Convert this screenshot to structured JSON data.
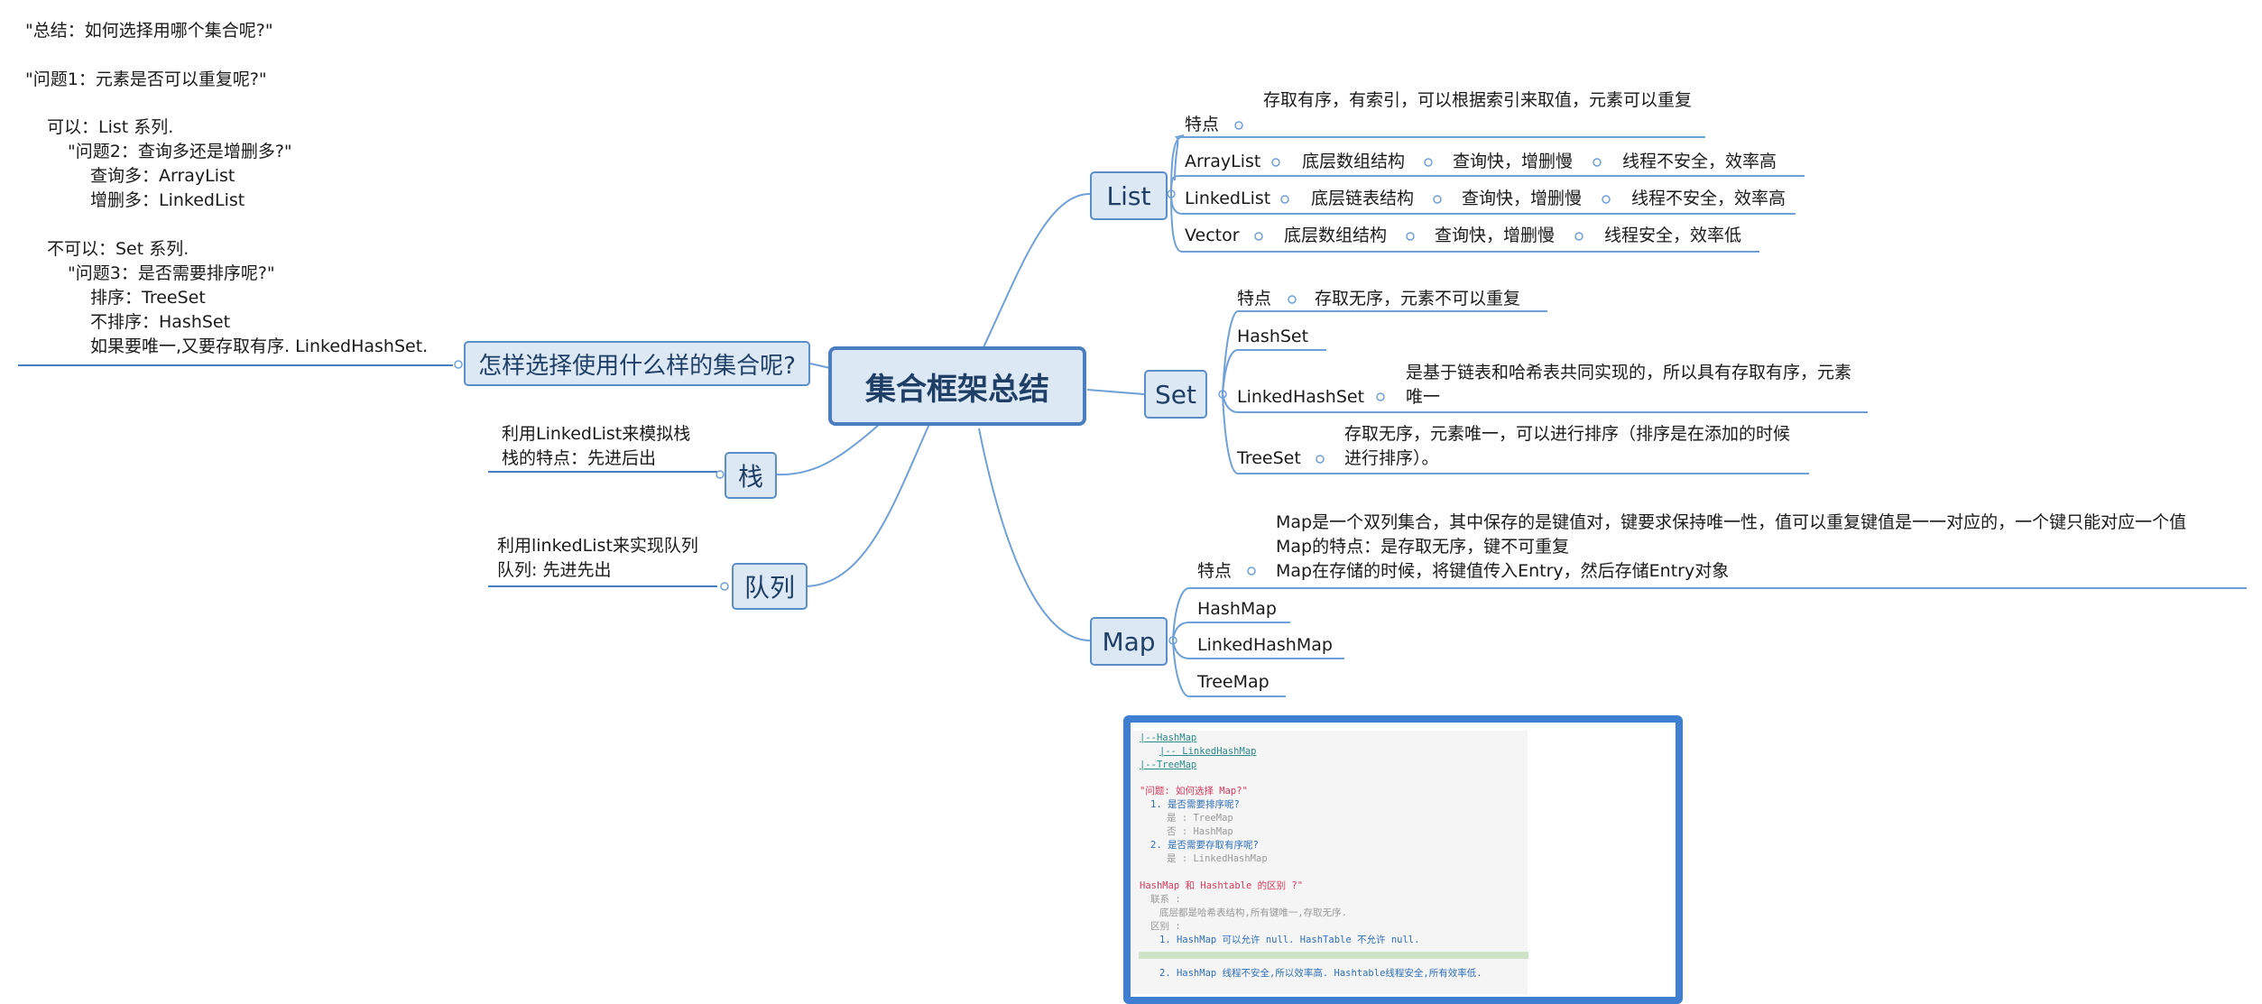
{
  "central": "集合框架总结",
  "left": {
    "choose": {
      "label": "怎样选择使用什么样的集合呢?",
      "note": [
        "\"总结：如何选择用哪个集合呢?\"",
        "\"问题1：元素是否可以重复呢?\"",
        "可以：List 系列.",
        "\"问题2：查询多还是增删多?\"",
        "查询多：ArrayList",
        "增删多：LinkedList",
        "不可以：Set 系列.",
        "\"问题3：是否需要排序呢?\"",
        "排序：TreeSet",
        "不排序：HashSet",
        "如果要唯一,又要存取有序. LinkedHashSet."
      ]
    },
    "stack": {
      "label": "栈",
      "note": [
        "利用LinkedList来模拟栈",
        "栈的特点：先进后出"
      ]
    },
    "queue": {
      "label": "队列",
      "note": [
        "利用linkedList来实现队列",
        "队列: 先进先出"
      ]
    }
  },
  "list": {
    "label": "List",
    "feature_label": "特点",
    "feature_text": "存取有序，有索引，可以根据索引来取值，元素可以重复",
    "rows": [
      {
        "name": "ArrayList",
        "c1": "底层数组结构",
        "c2": "查询快，增删慢",
        "c3": "线程不安全，效率高"
      },
      {
        "name": "LinkedList",
        "c1": "底层链表结构",
        "c2": "查询快，增删慢",
        "c3": "线程不安全，效率高"
      },
      {
        "name": "Vector",
        "c1": "底层数组结构",
        "c2": "查询快，增删慢",
        "c3": "线程安全，效率低"
      }
    ]
  },
  "set": {
    "label": "Set",
    "feature_label": "特点",
    "feature_text": "存取无序，元素不可以重复",
    "hashset": "HashSet",
    "linkedhashset": "LinkedHashSet",
    "linkedhashset_note": "是基于链表和哈希表共同实现的，所以具有存取有序，元素唯一",
    "treeset": "TreeSet",
    "treeset_note": "存取无序，元素唯一，可以进行排序（排序是在添加的时候进行排序）。"
  },
  "map": {
    "label": "Map",
    "feature_label": "特点",
    "feature_lines": [
      "Map是一个双列集合，其中保存的是键值对，键要求保持唯一性，值可以重复键值是一一对应的，一个键只能对应一个值",
      "Map的特点：是存取无序，键不可重复",
      "Map在存储的时候，将键值传入Entry，然后存储Entry对象"
    ],
    "children": [
      "HashMap",
      "LinkedHashMap",
      "TreeMap"
    ]
  },
  "code_note": {
    "l1": "|--HashMap",
    "l2": "|-- LinkedHashMap",
    "l3": "|--TreeMap",
    "q_title": "\"问题: 如何选择 Map?\"",
    "q1": "1. 是否需要排序呢?",
    "q1_yes": "是 : TreeMap",
    "q1_no": "否 : HashMap",
    "q2": "2. 是否需要存取有序呢?",
    "q2_yes": "是 : LinkedHashMap",
    "cmp_title": "HashMap 和 Hashtable 的区别 ?\"",
    "rel": "联系 :",
    "rel_text": "底层都是哈希表结构,所有键唯一,存取无序.",
    "diff": "区别 :",
    "d1": "1. HashMap 可以允许 null. HashTable 不允许 null.",
    "d2": "2. HashMap 线程不安全,所以效率高. Hashtable线程安全,所有效率低."
  }
}
